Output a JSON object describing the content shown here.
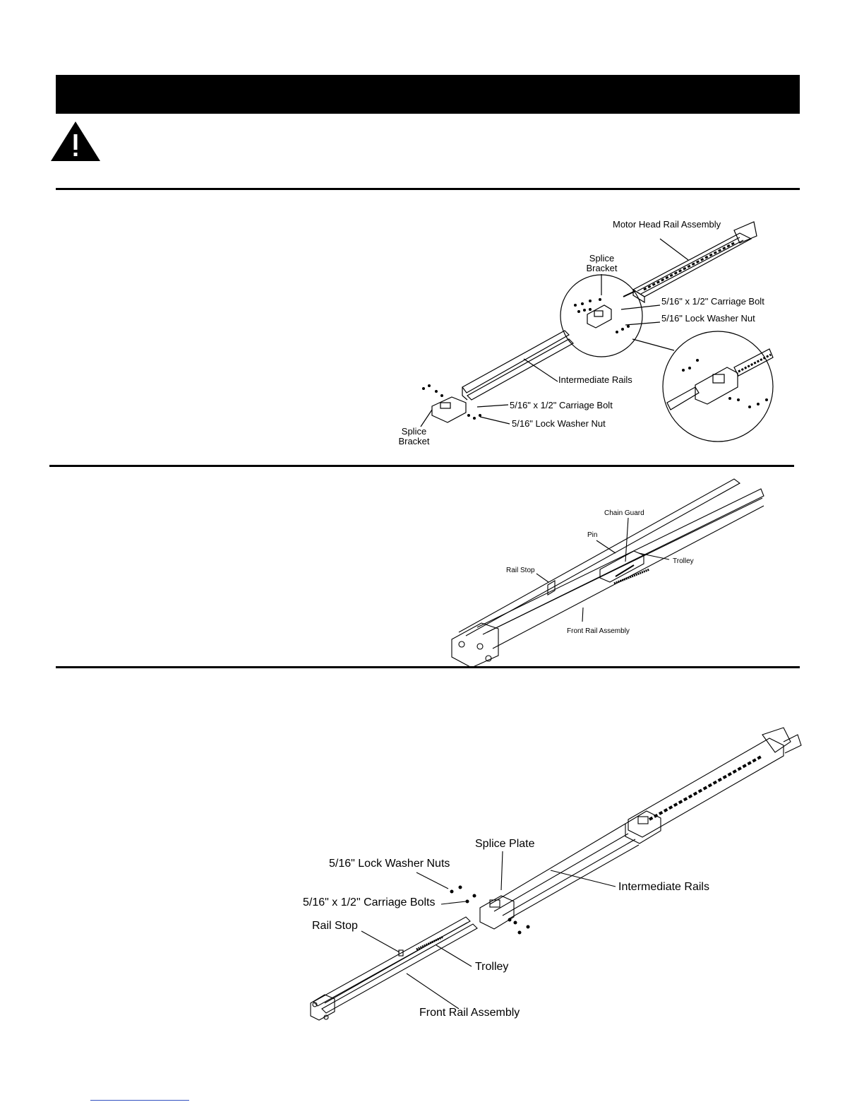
{
  "figure1": {
    "motor_head_rail": "Motor Head Rail Assembly",
    "splice_bracket_top": "Splice\nBracket",
    "carriage_bolt_top": "5/16\" x 1/2\" Carriage Bolt",
    "lock_washer_nut_top": "5/16\" Lock Washer Nut",
    "intermediate_rails": "Intermediate Rails",
    "carriage_bolt_bottom": "5/16\" x 1/2\" Carriage Bolt",
    "lock_washer_nut_bottom": "5/16\" Lock Washer Nut",
    "splice_bracket_bottom": "Splice\nBracket"
  },
  "figure2": {
    "chain_guard": "Chain Guard",
    "pin": "Pin",
    "trolley": "Trolley",
    "rail_stop": "Rail Stop",
    "front_rail": "Front Rail Assembly"
  },
  "figure3": {
    "splice_plate": "Splice Plate",
    "lock_washer_nuts": "5/16\" Lock Washer Nuts",
    "carriage_bolts": "5/16\" x 1/2\" Carriage Bolts",
    "intermediate_rails": "Intermediate Rails",
    "rail_stop": "Rail Stop",
    "trolley": "Trolley",
    "front_rail": "Front Rail Assembly"
  }
}
